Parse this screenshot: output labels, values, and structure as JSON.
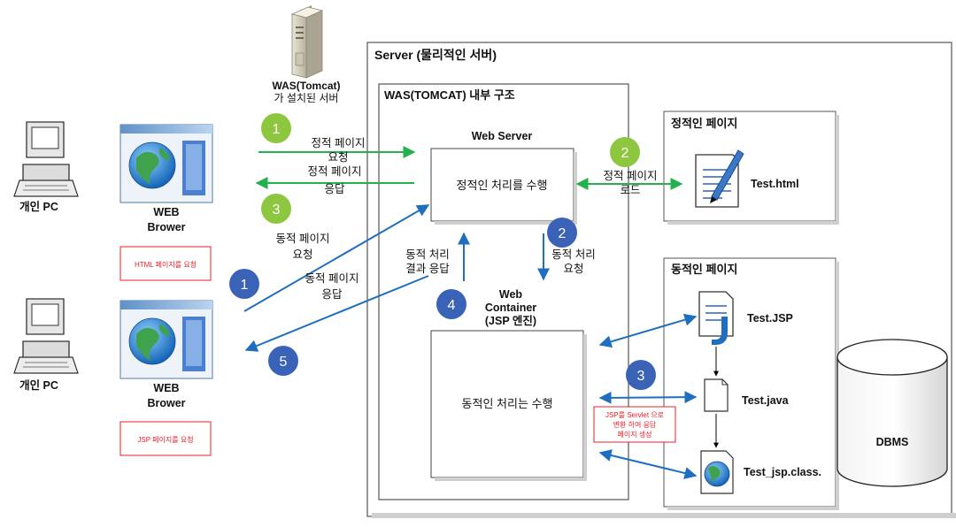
{
  "server": {
    "title": "Server (물리적인 서버)"
  },
  "was_icon": {
    "line1": "WAS(Tomcat)",
    "line2": "가 설치된  서버"
  },
  "was": {
    "title": "WAS(TOMCAT) 내부 구조",
    "web_server": {
      "title": "Web Server",
      "text": "정적인 처리를 수행"
    },
    "web_container": {
      "line1": "Web",
      "line2": "Container",
      "line3": "(JSP 엔진)",
      "text": "동적인 처리는 수행"
    }
  },
  "static_box": {
    "title": "정적인 페이지",
    "file": "Test.html"
  },
  "dynamic_box": {
    "title": "동적인 페이지",
    "files": [
      "Test.JSP",
      "Test.java",
      "Test_jsp.class."
    ]
  },
  "dbms": {
    "label": "DBMS"
  },
  "clients": [
    {
      "pc_label": "개인 PC",
      "browser_line1": "WEB",
      "browser_line2": "Brower",
      "note": "HTML 페이지를 요청"
    },
    {
      "pc_label": "개인 PC",
      "browser_line1": "WEB",
      "browser_line2": "Brower",
      "note": "JSP 페이지를 요청"
    }
  ],
  "steps": {
    "static": [
      "1",
      "2",
      "3"
    ],
    "dynamic": [
      "1",
      "2",
      "3",
      "4",
      "5"
    ]
  },
  "labels": {
    "static_req": [
      "정적 페이지",
      "요청"
    ],
    "static_res": [
      "정적 페이지",
      "응답"
    ],
    "static_load": [
      "정적 페이지",
      "로드"
    ],
    "dyn_req": [
      "동적 페이지",
      "요청"
    ],
    "dyn_res": [
      "동적 페이지",
      "응답"
    ],
    "dyn_proc_req": [
      "동적 처리",
      "요청"
    ],
    "dyn_proc_res": [
      "동적 처리",
      "결과 응답"
    ],
    "servlet_note": [
      "JSP를 Servlet 으로",
      "변환 하여  응답",
      "페이지 생성"
    ]
  },
  "colors": {
    "green_arrow": "#22b14c",
    "green_circle": "#8dc63f",
    "blue_arrow": "#1f6fc0",
    "blue_circle": "#3a63b8",
    "red": "#e8202a"
  }
}
